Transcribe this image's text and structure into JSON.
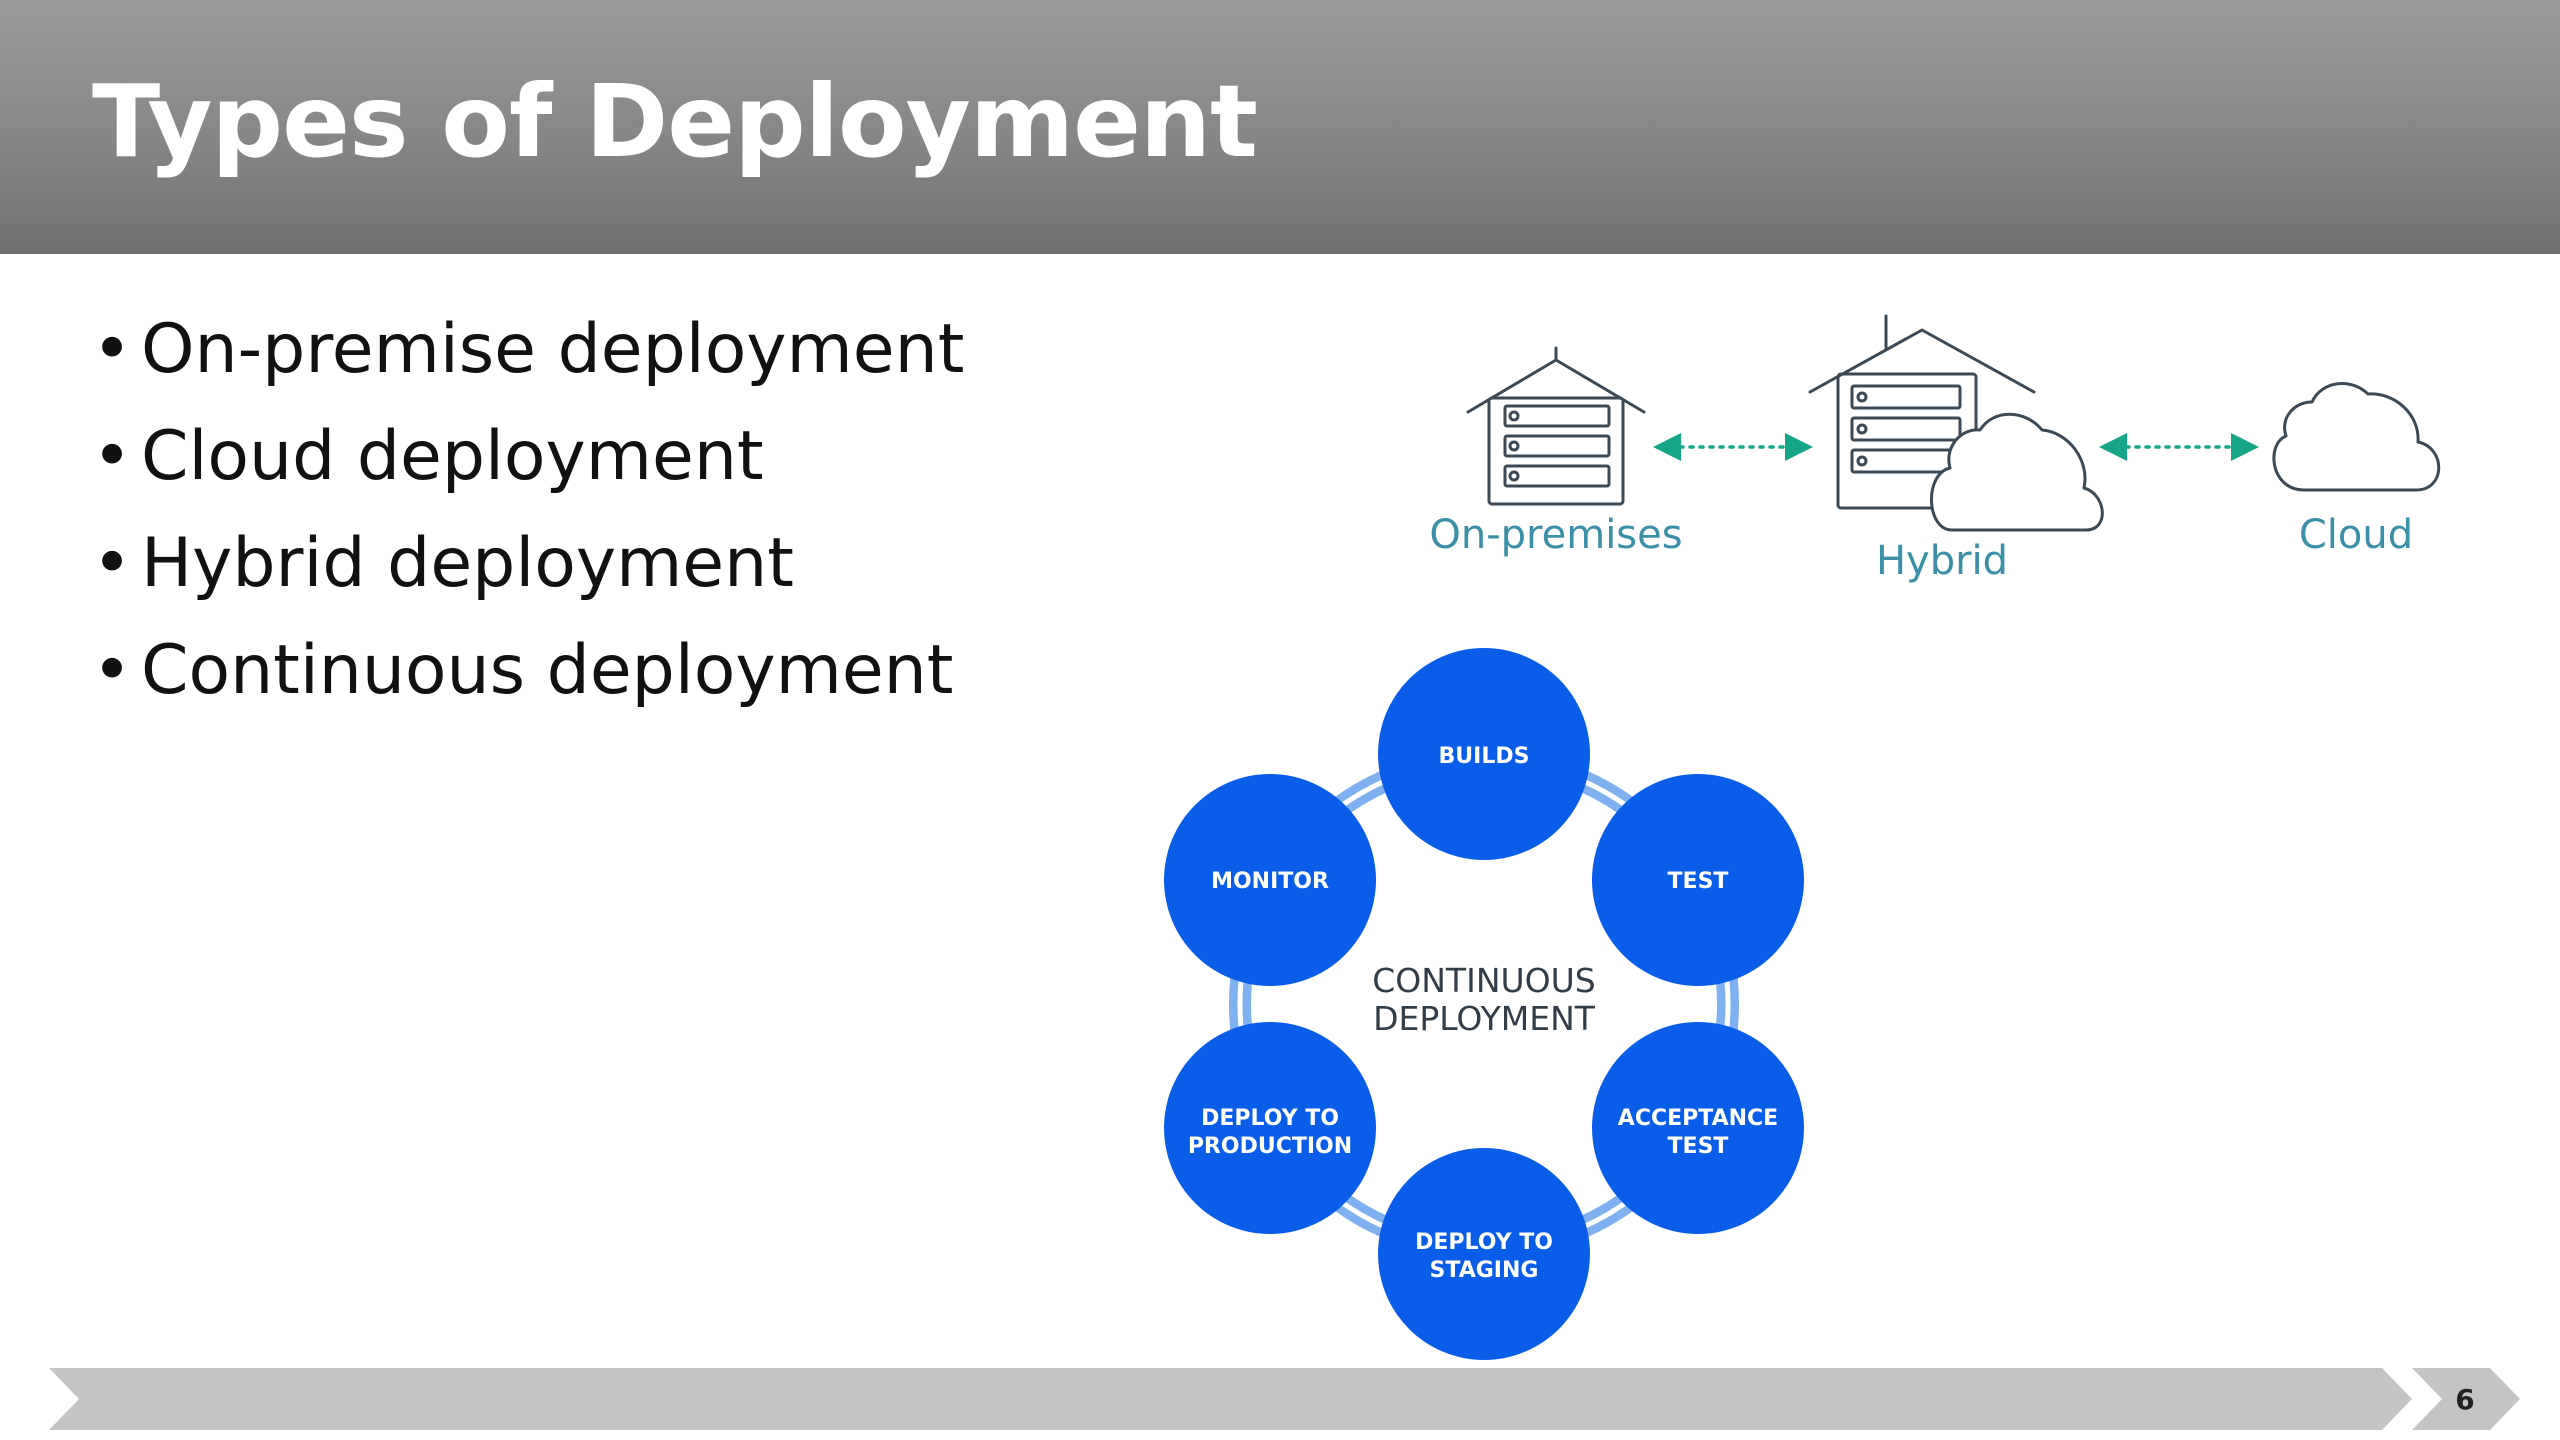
{
  "slide": {
    "title": "Types of Deployment",
    "page_number": "6"
  },
  "bullets": [
    "On-premise deployment",
    "Cloud deployment",
    "Hybrid deployment",
    "Continuous deployment"
  ],
  "deployment_diagram": {
    "labels": {
      "on_premises": "On-premises",
      "hybrid": "Hybrid",
      "cloud": "Cloud"
    },
    "icons": [
      "server-house-icon",
      "hybrid-house-cloud-icon",
      "cloud-icon"
    ],
    "label_color": "#3b8fa8",
    "arrow_color": "#17a589"
  },
  "cycle_diagram": {
    "center": [
      "CONTINUOUS",
      "DEPLOYMENT"
    ],
    "nodes": [
      {
        "label": [
          "BUILDS"
        ]
      },
      {
        "label": [
          "TEST"
        ]
      },
      {
        "label": [
          "ACCEPTANCE",
          "TEST"
        ]
      },
      {
        "label": [
          "DEPLOY TO",
          "STAGING"
        ]
      },
      {
        "label": [
          "DEPLOY TO",
          "PRODUCTION"
        ]
      },
      {
        "label": [
          "MONITOR"
        ]
      }
    ],
    "node_color": "#0a5de8",
    "ring_color": "#7fb0f0"
  },
  "colors": {
    "title_bar": "#8a8a8a",
    "footer_bar": "#c4c4c4",
    "icon_stroke": "#3c4a55"
  }
}
